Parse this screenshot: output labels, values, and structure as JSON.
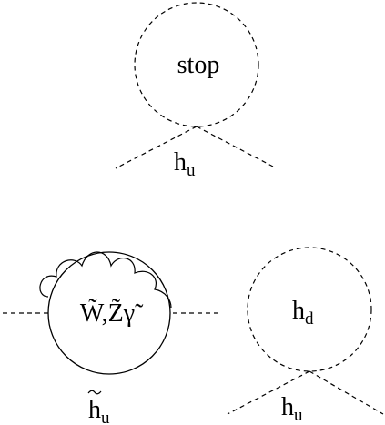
{
  "diagrams": [
    {
      "loop_label": "stop",
      "external_leg": {
        "base": "h",
        "subscript": "u"
      }
    },
    {
      "loop_label": "W̃,Z̃γ̃",
      "external_leg": {
        "base": "h",
        "subscript": "u",
        "accent": "~"
      }
    },
    {
      "loop_label": {
        "base": "h",
        "subscript": "d"
      },
      "external_leg": {
        "base": "h",
        "subscript": "u"
      }
    }
  ],
  "colors": {
    "line": "#000000",
    "background": "#ffffff"
  }
}
